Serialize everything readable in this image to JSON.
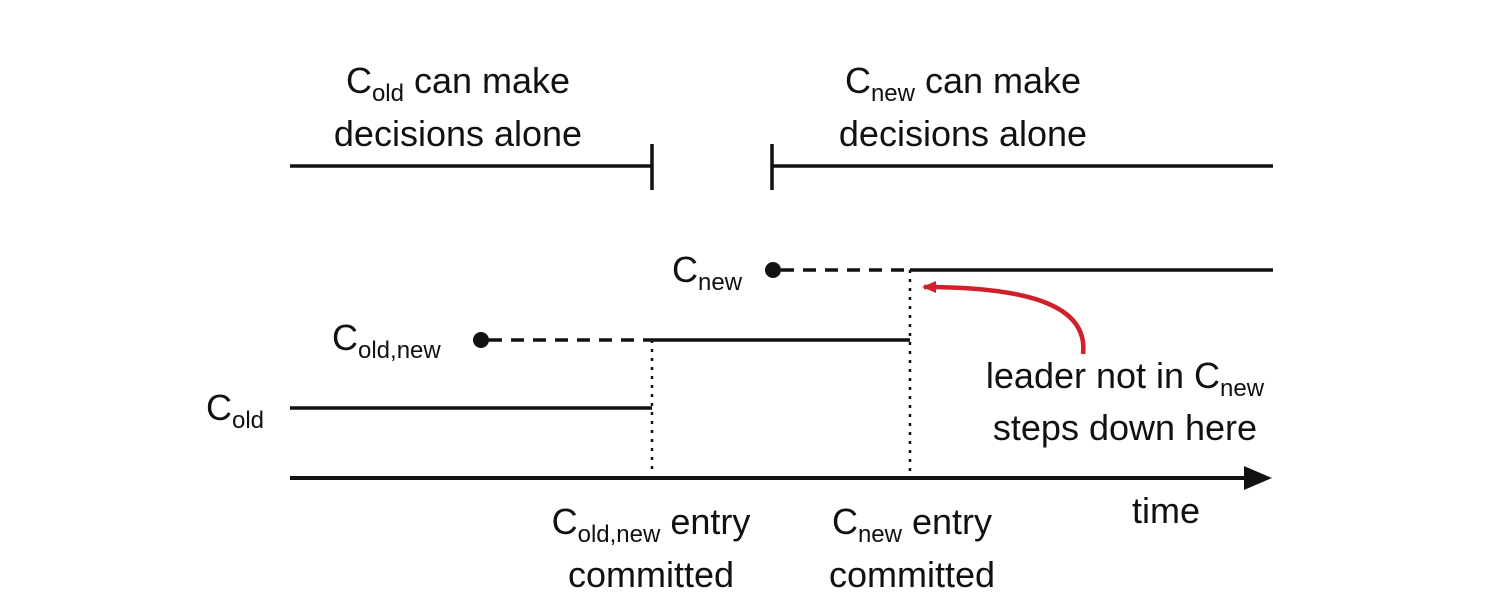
{
  "top_labels": {
    "old": {
      "base": "C",
      "sub": "old",
      "rest": " can make",
      "line2": "decisions alone"
    },
    "new": {
      "base": "C",
      "sub": "new",
      "rest": " can make",
      "line2": "decisions alone"
    }
  },
  "configs": {
    "old": {
      "base": "C",
      "sub": "old"
    },
    "joint": {
      "base": "C",
      "sub": "old,new"
    },
    "new": {
      "base": "C",
      "sub": "new"
    }
  },
  "annotation": {
    "line1": "leader not in C",
    "line1_sub": "new",
    "line2": "steps down here"
  },
  "bottom_labels": {
    "joint_commit": {
      "base": "C",
      "sub": "old,new",
      "rest": " entry",
      "line2": "committed"
    },
    "new_commit": {
      "base": "C",
      "sub": "new",
      "rest": " entry",
      "line2": "committed"
    }
  },
  "axis": {
    "label": "time"
  },
  "colors": {
    "line": "#111111",
    "arrow": "#d0202a"
  }
}
